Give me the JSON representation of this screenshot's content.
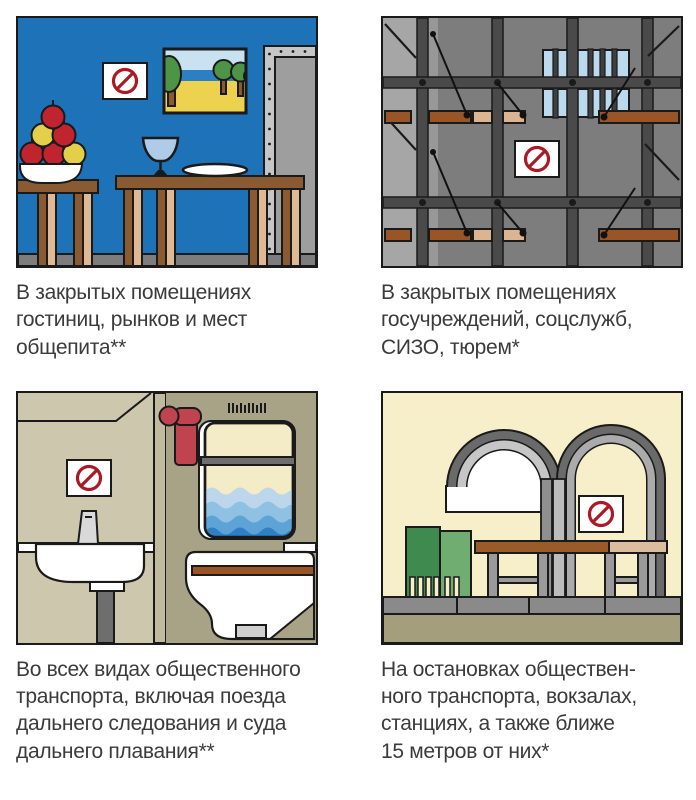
{
  "page": {
    "background": "#ffffff",
    "text_color": "#3b3b3b"
  },
  "no_smoking_sign": {
    "icon": "no-smoking-icon",
    "plate_color": "#ffffff",
    "symbol_color": "#ab1a24"
  },
  "palette": {
    "cafe_wall_blue": "#1e73b8",
    "floor_gray": "#7d7d7d",
    "column_gray": "#c6c6c6",
    "table_brown": "#8a5a33",
    "table_light": "#dfb993",
    "apple_red": "#c0242e",
    "apple_yellow": "#e4cf4b",
    "prison_wall": "#7d7d7d",
    "beam_dark": "#4a4a4a",
    "bunk_brown": "#9a5526",
    "bunk_tan": "#ddb491",
    "window_blue": "#bcdaee",
    "restroom_wall_light": "#cdc7ad",
    "restroom_wall_dark": "#a8a287",
    "pipe_red": "#c04350",
    "sea_window_cream": "#f3ecc6",
    "wave_deep_blue": "#2f80c2",
    "stop_bg_cream": "#f6efc9",
    "arch_dark": "#6a6a6a",
    "arch_light": "#c6c6c6",
    "bin_green_dark": "#3e8a4f",
    "bin_green_light": "#6fae70",
    "ground_khaki": "#a59e7c"
  },
  "panels": [
    {
      "scene": "cafe-interior",
      "caption": "В закрытых помещениях\nгостиниц, рынков и мест\nобщепита**"
    },
    {
      "scene": "prison-interior",
      "caption": "В закрытых помещениях\nгосучреждений, соцслужб,\nСИЗО, тюрем*"
    },
    {
      "scene": "transport-restroom",
      "caption": "Во всех видах общественного\nтранспорта, включая поезда\nдальнего следования и суда\nдальнего плавания**"
    },
    {
      "scene": "transit-stop",
      "caption": "На остановках обществен-\nного транспорта, вокзалах,\nстанциях, а также ближе\n15 метров от них*"
    }
  ]
}
